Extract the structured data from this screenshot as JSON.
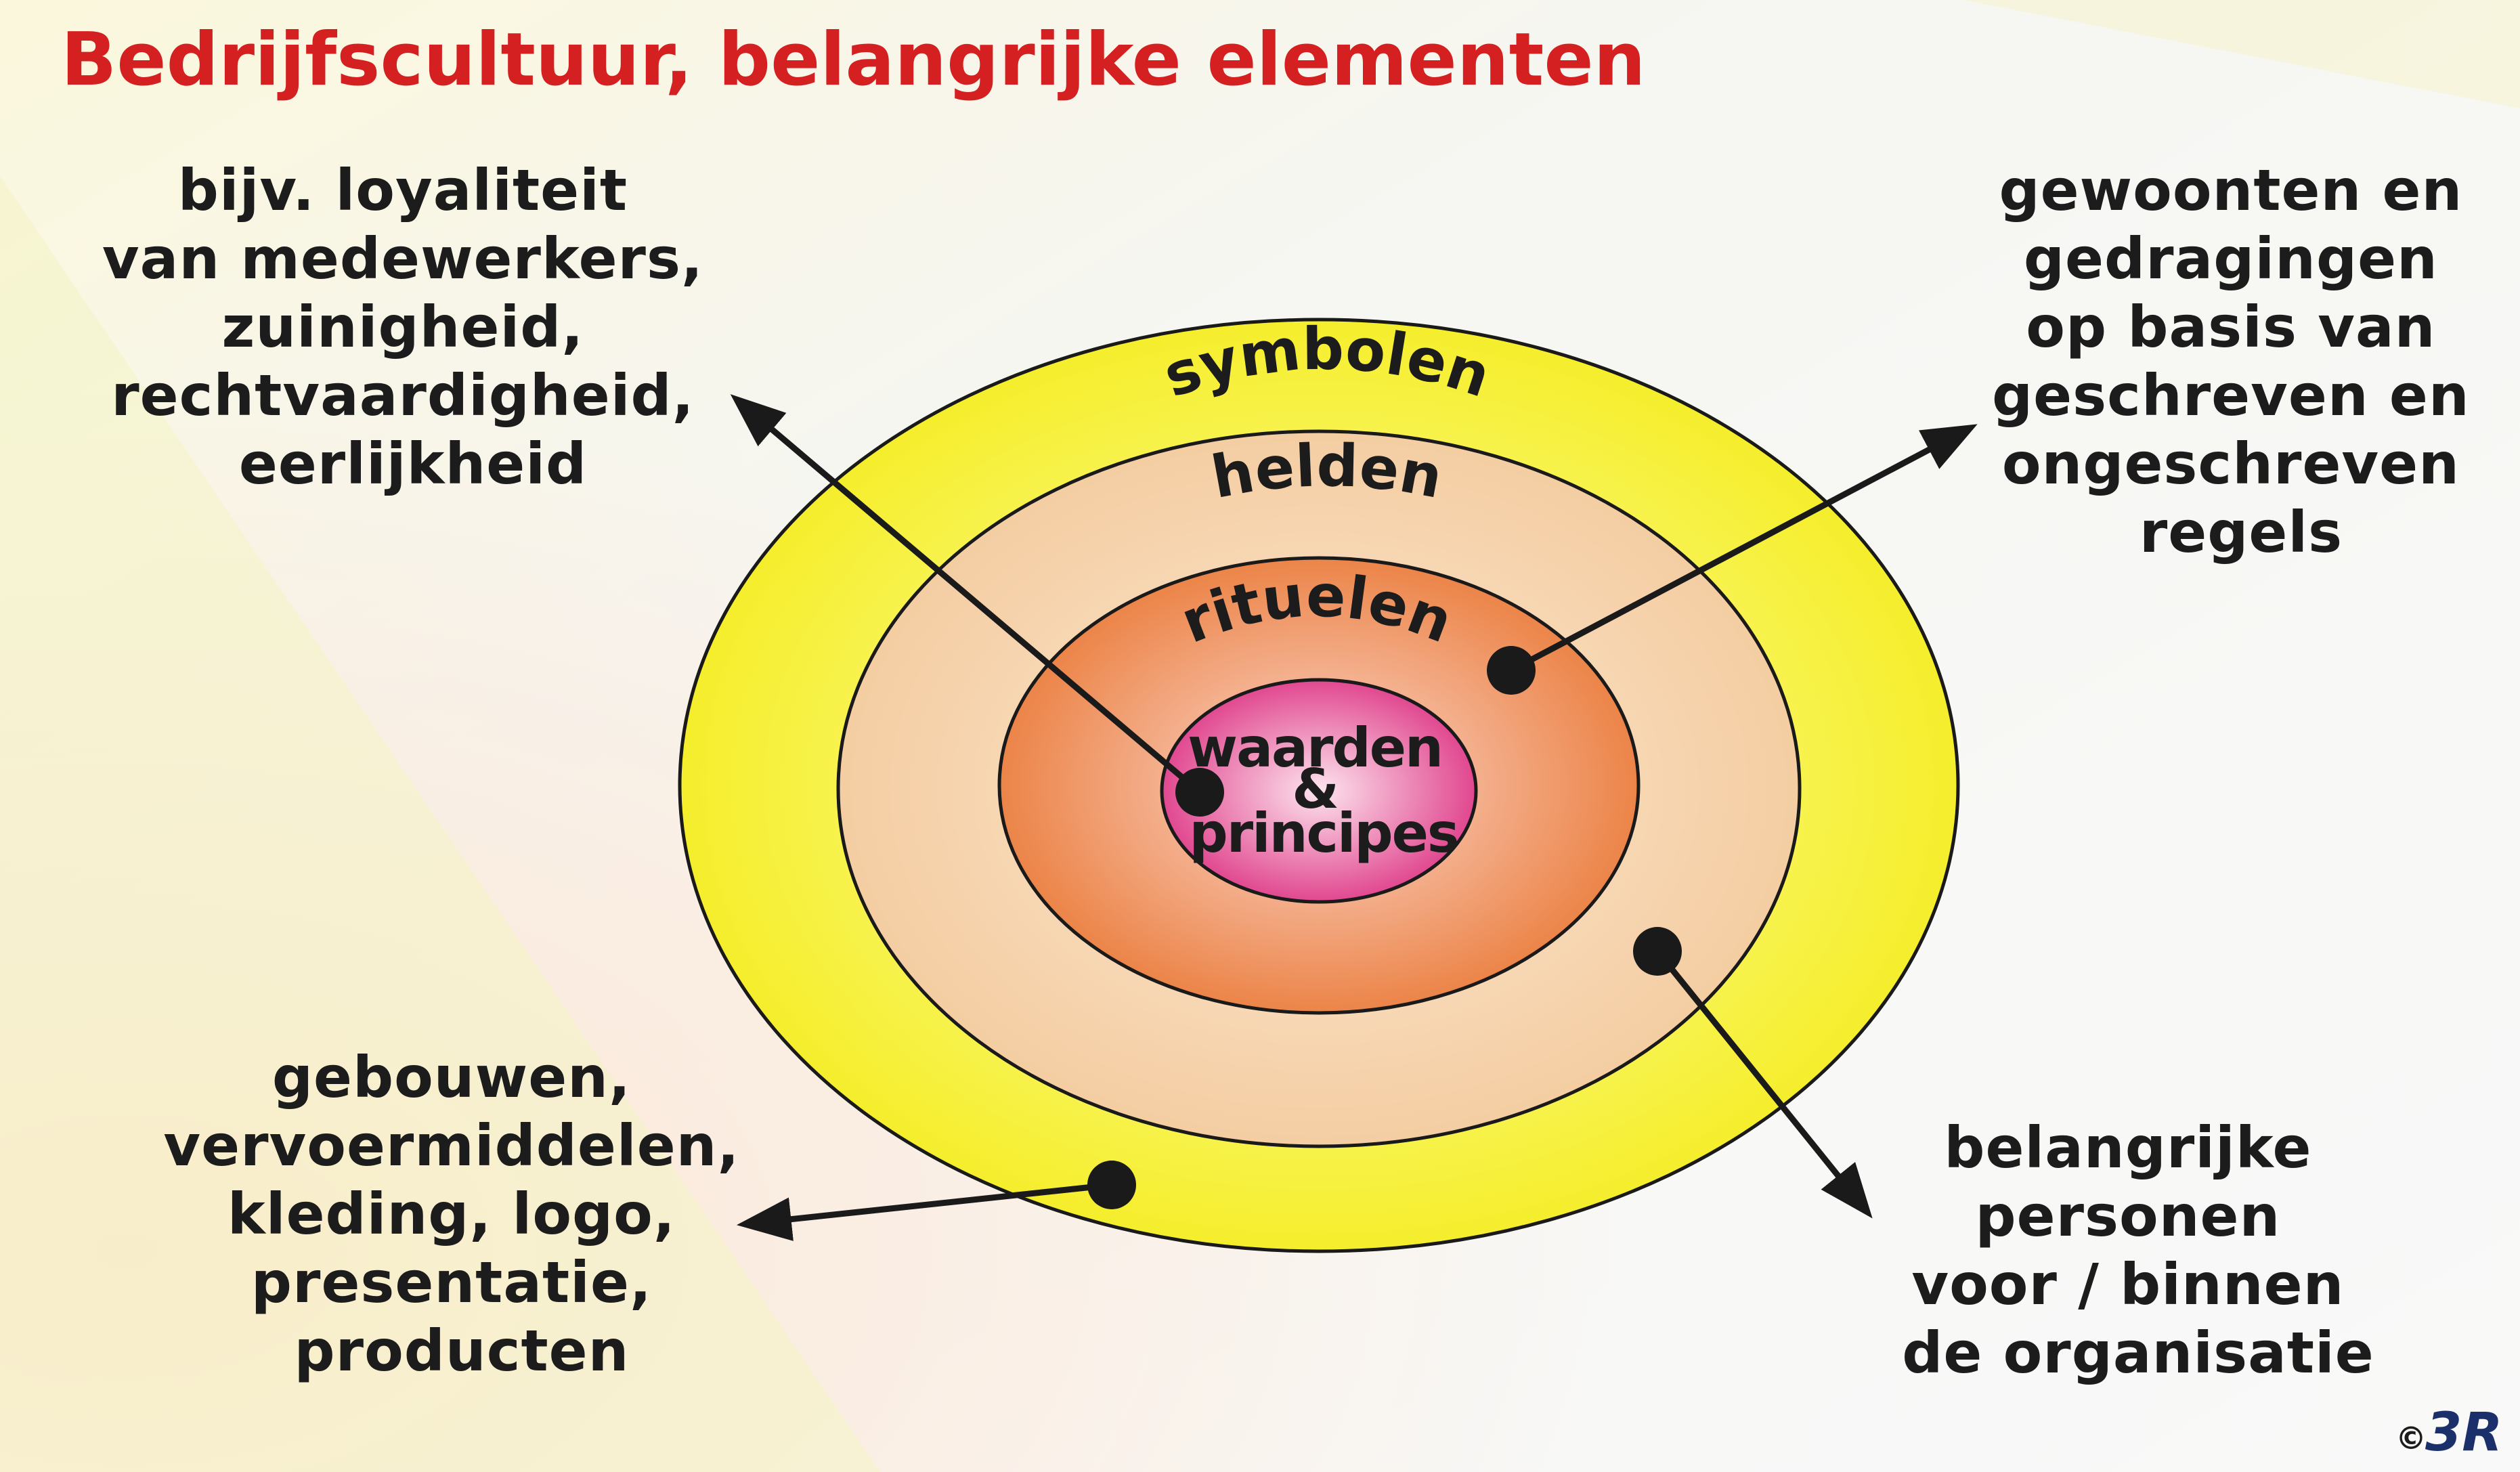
{
  "title": "Bedrijfscultuur, belangrijke elementen",
  "layers": [
    {
      "id": "symbolen",
      "label": "symbolen",
      "color": "#f7f03a"
    },
    {
      "id": "helden",
      "label": "helden",
      "color": "#f6d3ad"
    },
    {
      "id": "rituelen",
      "label": "rituelen",
      "color": "#ef8d57"
    },
    {
      "id": "waarden",
      "label_lines": [
        "waarden",
        "&",
        "principes"
      ],
      "color": "#e2468e"
    }
  ],
  "callouts": {
    "waarden": [
      "bijv. loyaliteit",
      "van medewerkers,",
      "zuinigheid,",
      "rechtvaardigheid,",
      "eerlijkheid"
    ],
    "rituelen": [
      "gewoonten en",
      "gedragingen",
      "op basis van",
      "geschreven en",
      "ongeschreven",
      "regels"
    ],
    "symbolen": [
      "gebouwen,",
      "vervoermiddelen,",
      "kleding, logo,",
      "presentatie,",
      "producten"
    ],
    "helden": [
      "belangrijke",
      "personen",
      "voor / binnen",
      "de organisatie"
    ]
  },
  "copyright": {
    "symbol": "©",
    "brand": "3R"
  }
}
